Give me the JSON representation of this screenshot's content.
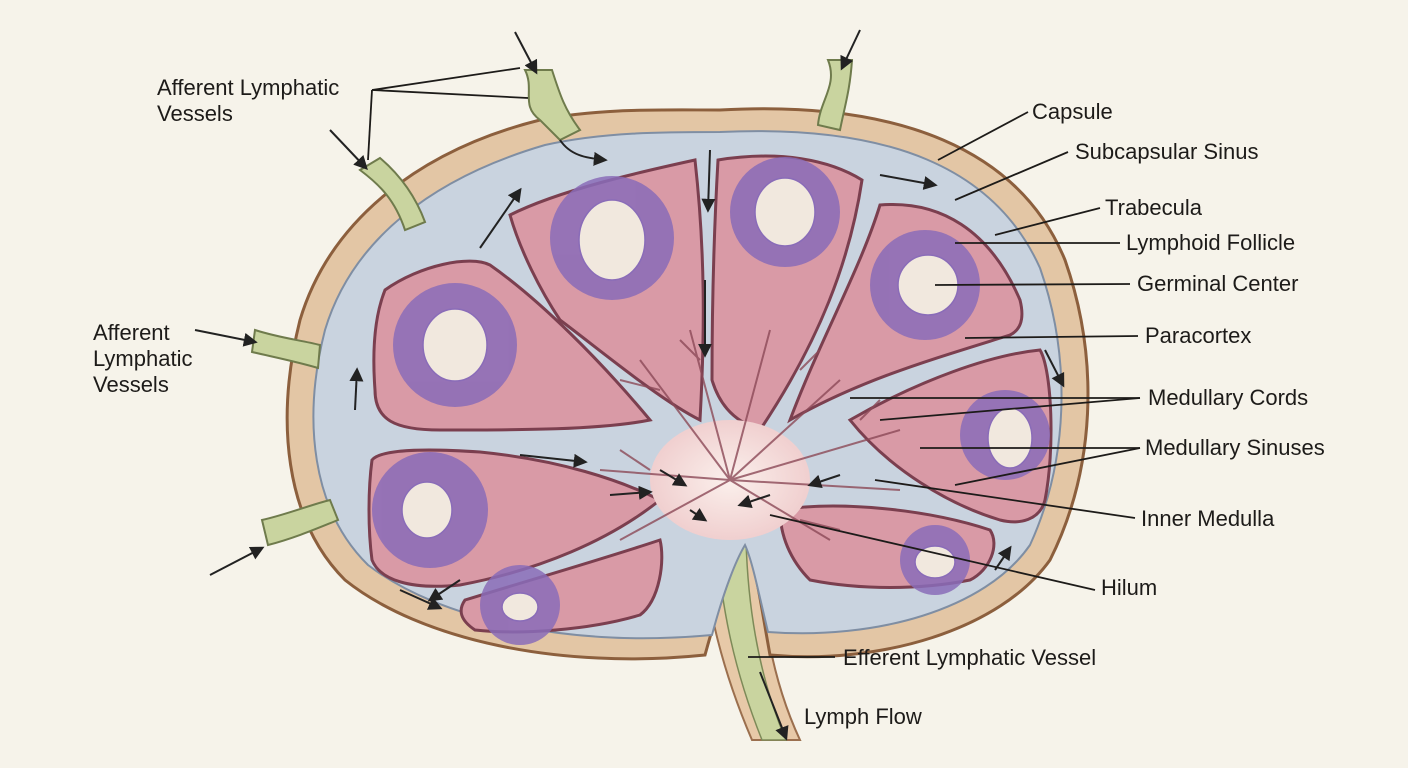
{
  "labels": {
    "afferent_top": "Afferent Lymphatic\nVessels",
    "afferent_left": "Afferent\nLymphatic\nVessels",
    "capsule": "Capsule",
    "subcapsular_sinus": "Subcapsular Sinus",
    "trabecula": "Trabecula",
    "lymphoid_follicle": "Lymphoid Follicle",
    "germinal_center": "Germinal Center",
    "paracortex": "Paracortex",
    "medullary_cords": "Medullary Cords",
    "medullary_sinuses": "Medullary Sinuses",
    "inner_medulla": "Inner Medulla",
    "hilum": "Hilum",
    "efferent_vessel": "Efferent Lymphatic Vessel",
    "lymph_flow": "Lymph Flow"
  },
  "colors": {
    "background": "#f6f3ea",
    "capsule": "#e3c6a5",
    "sinus": "#c9d3df",
    "paracortex": "#d99aa6",
    "follicle": "#8a6cb8",
    "germinal_center": "#f1e8de",
    "medulla": "#f3d9d6",
    "vessel": "#c9d49f"
  }
}
